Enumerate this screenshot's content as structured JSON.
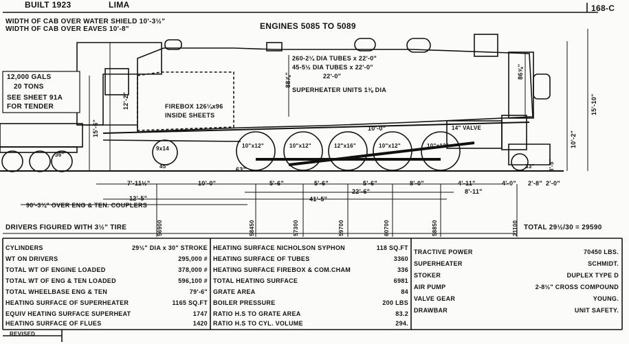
{
  "header": {
    "built": "BUILT 1923",
    "builder": "LIMA",
    "sheet_no": "168-C",
    "engines": "ENGINES 5085 TO 5089",
    "width_cab_shield": "WIDTH OF CAB OVER WATER SHIELD 10'-3½\"",
    "width_cab_eaves": "WIDTH OF CAB OVER EAVES 10'-8\""
  },
  "tender_note": {
    "line1": "12,000 GALS",
    "line2": "20 TONS",
    "line3": "SEE SHEET 91A",
    "line4": "FOR TENDER"
  },
  "boiler_notes": {
    "tubes1": "260-2¼ DIA TUBES x 22'-0\"",
    "tubes2": "45-5½ DIA TUBES x 22'-0\"",
    "length": "22'-0\"",
    "superheater": "SUPERHEATER UNITS 1⅜ DIA",
    "firebox": "FIREBOX 126¼x96",
    "inside": "INSIDE SHEETS",
    "boiler_dia1": "88⅞\"",
    "boiler_dia2": "86⅝\""
  },
  "wheels": {
    "tender_truck": "36\"",
    "trailing": "9x14",
    "trailing_dia": "45\"",
    "drivers": [
      "10\"x12\"",
      "10\"x12\"",
      "12\"x16\"",
      "10\"x12\"",
      "10\"x12\""
    ],
    "lead": "33\"",
    "driver_dia": "63\""
  },
  "dims": {
    "cab_height1": "12'-2\"",
    "cab_height2": "15'-6\"",
    "h1": "15'-10\"",
    "h2": "10'-2\"",
    "h3": "3'-5\"",
    "d1": "7'-11½\"",
    "d2": "10'-0\"",
    "d3": "5'-6\"",
    "d4": "5'-6\"",
    "d5": "5'-6\"",
    "d6": "8'-0\"",
    "d7": "4'-11\"",
    "d8": "4'-0\"",
    "d9": "2'-8\"",
    "d10": "2'-0\"",
    "d11": "22'-6\"",
    "d12": "8'-11\"",
    "d13": "41'-5\"",
    "d14": "10'-0\"",
    "d15": "12'-5\"",
    "overall": "90'-3¾\" OVER ENG & TEN. COUPLERS",
    "valve": "14\" VALVE"
  },
  "weights_row": {
    "note": "DRIVERS FIGURED WITH 3½\" TIRE",
    "w1": "56900",
    "w2": "58450",
    "w3": "57300",
    "w4": "59700",
    "w5": "60700",
    "w6": "58850",
    "w7": "21100",
    "total": "TOTAL 29½/30 = 29590"
  },
  "specs_left": [
    {
      "label": "CYLINDERS",
      "value": "29½\" DIA x 30\" STROKE"
    },
    {
      "label": "WT ON DRIVERS",
      "value": "295,000 #"
    },
    {
      "label": "TOTAL WT OF ENGINE LOADED",
      "value": "378,000 #"
    },
    {
      "label": "TOTAL WT OF ENG & TEN LOADED",
      "value": "596,100 #"
    },
    {
      "label": "TOTAL WHEELBASE ENG & TEN",
      "value": "79'-6\""
    },
    {
      "label": "HEATING SURFACE OF SUPERHEATER",
      "value": "1165 SQ.FT"
    },
    {
      "label": "EQUIV HEATING SURFACE SUPERHEAT",
      "value": "1747"
    },
    {
      "label": "HEATING SURFACE OF FLUES",
      "value": "1420"
    }
  ],
  "specs_mid": [
    {
      "label": "HEATING SURFACE NICHOLSON SYPHON",
      "value": "118 SQ.FT"
    },
    {
      "label": "HEATING SURFACE OF TUBES",
      "value": "3360"
    },
    {
      "label": "HEATING SURFACE FIREBOX & COM.CHAM",
      "value": "336"
    },
    {
      "label": "TOTAL HEATING SURFACE",
      "value": "6981"
    },
    {
      "label": "GRATE AREA",
      "value": "84"
    },
    {
      "label": "BOILER PRESSURE",
      "value": "200 LBS"
    },
    {
      "label": "RATIO H.S TO GRATE AREA",
      "value": "83.2"
    },
    {
      "label": "RATIO H.S TO CYL. VOLUME",
      "value": "294."
    }
  ],
  "specs_right": [
    {
      "label": "TRACTIVE POWER",
      "value": "70450 LBS."
    },
    {
      "label": "SUPERHEATER",
      "value": "SCHMIDT."
    },
    {
      "label": "STOKER",
      "value": "DUPLEX TYPE D"
    },
    {
      "label": "AIR PUMP",
      "value": "2-8½\" CROSS COMPOUND"
    },
    {
      "label": "VALVE GEAR",
      "value": "YOUNG."
    },
    {
      "label": "DRAWBAR",
      "value": "UNIT SAFETY."
    }
  ],
  "revised": "REVISED"
}
